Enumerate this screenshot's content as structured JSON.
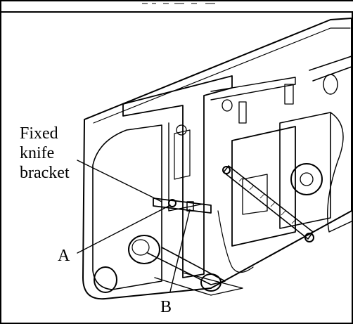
{
  "labels": {
    "bracket_line1": "Fixed",
    "bracket_line2": "knife",
    "bracket_line3": "bracket",
    "callout_a": "A",
    "callout_b": "B"
  },
  "colors": {
    "ink": "#000000",
    "paper": "#ffffff"
  }
}
